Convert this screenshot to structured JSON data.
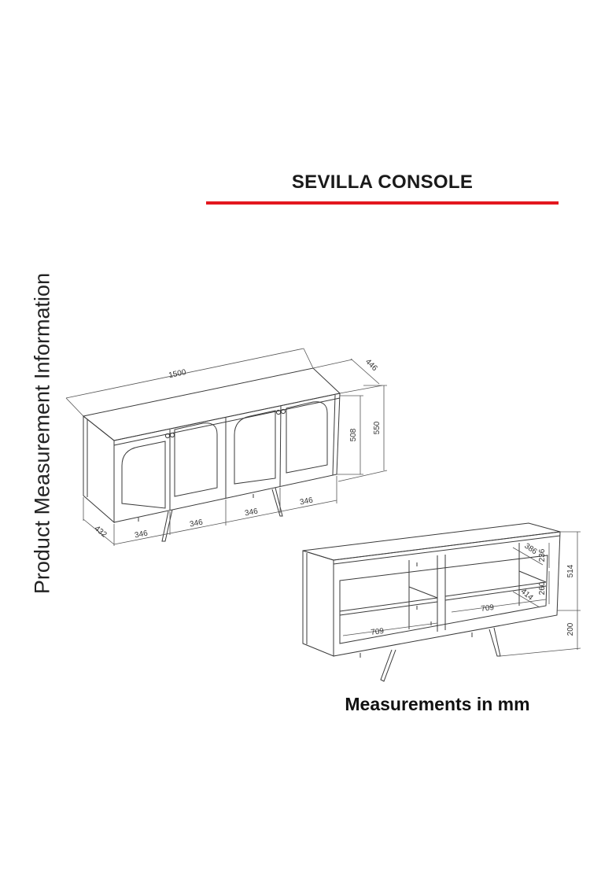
{
  "title": "SEVILLA CONSOLE",
  "accent_color": "#e3171e",
  "side_label": "Product Measurement Information",
  "units_note": "Measurements in mm",
  "closed_view": {
    "width": "1500",
    "depth_top": "446",
    "depth_bottom": "432",
    "body_height": "508",
    "total_height": "550",
    "door_width_1": "346",
    "door_width_2": "346",
    "door_width_3": "346",
    "door_width_4": "346"
  },
  "open_view": {
    "shelf_depth_upper": "386",
    "shelf_depth_lower": "414",
    "upper_compartment_height": "236",
    "lower_compartment_height": "260",
    "cabinet_height": "514",
    "leg_height": "200",
    "compartment_width_right": "709",
    "compartment_width_left": "709"
  }
}
